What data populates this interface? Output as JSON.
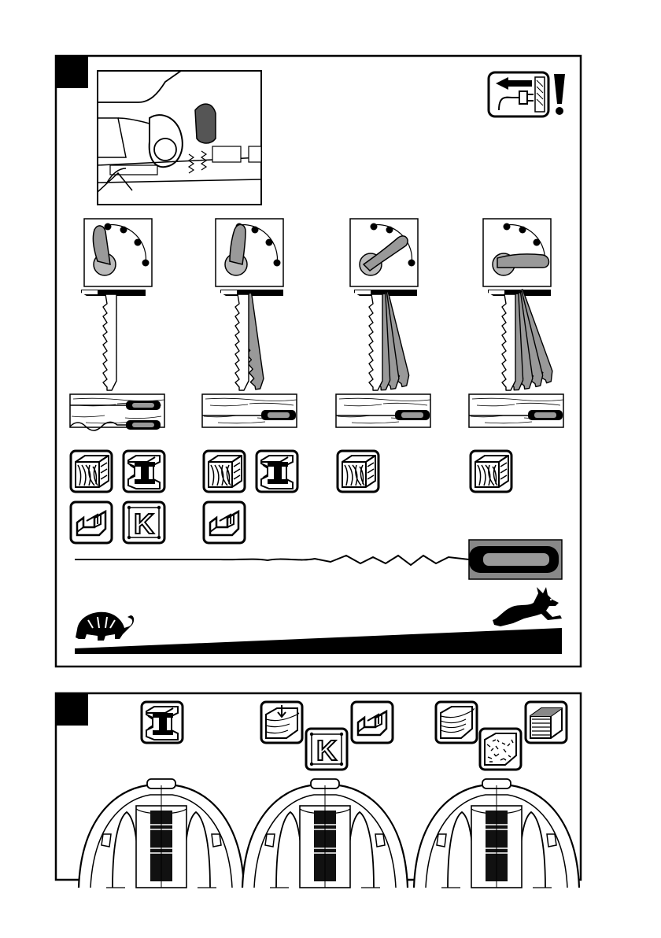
{
  "figure_top": {
    "callout_number": "",
    "pendulum_steps": [
      {
        "setting": 0,
        "angle_deg": -20,
        "materials": [
          "wood",
          "steel",
          "plastic",
          "k-material"
        ],
        "cut_line": "wavy"
      },
      {
        "setting": 1,
        "angle_deg": -15,
        "materials": [
          "wood",
          "steel",
          "plastic"
        ],
        "cut_line": "straight"
      },
      {
        "setting": 2,
        "angle_deg": 45,
        "materials": [
          "wood"
        ],
        "cut_line": "straight"
      },
      {
        "setting": 3,
        "angle_deg": 85,
        "materials": [
          "wood"
        ],
        "cut_line": "straight"
      }
    ],
    "material_tile_k_label": "K",
    "material_tile_i_label": "I",
    "speed_scale": {
      "from_icon": "turtle-icon",
      "to_icon": "hare-icon"
    },
    "warning_icon": "unplug-warning-icon"
  },
  "figure_bottom": {
    "callout_number": "",
    "groups": [
      {
        "materials": [
          "steel"
        ]
      },
      {
        "materials": [
          "wood-veneer",
          "k-material",
          "plastic"
        ]
      },
      {
        "materials": [
          "laminated-wood",
          "chipboard",
          "coated-board"
        ]
      }
    ]
  },
  "colors": {
    "ink": "#000000",
    "paper": "#ffffff",
    "grey": "#999999",
    "light_grey": "#cfcfcf"
  }
}
